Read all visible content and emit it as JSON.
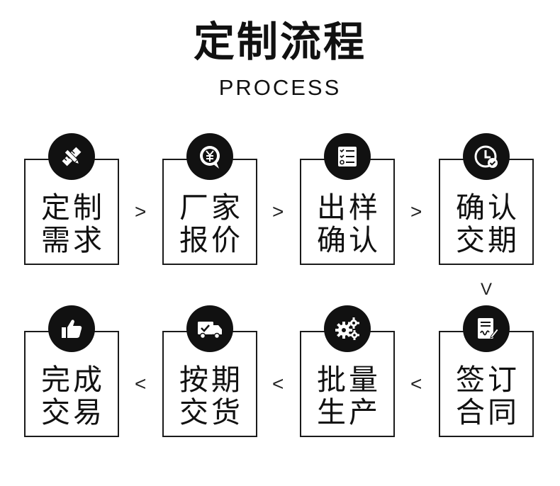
{
  "title": "定制流程",
  "subtitle": "PROCESS",
  "arrows": {
    "right": ">",
    "left": "<",
    "down": "V"
  },
  "steps": [
    {
      "line1": "定制",
      "line2": "需求",
      "icon": "pencil-ruler-icon"
    },
    {
      "line1": "厂家",
      "line2": "报价",
      "icon": "yen-chat-icon"
    },
    {
      "line1": "出样",
      "line2": "确认",
      "icon": "checklist-icon"
    },
    {
      "line1": "确认",
      "line2": "交期",
      "icon": "clock-check-icon"
    },
    {
      "line1": "签订",
      "line2": "合同",
      "icon": "contract-sign-icon"
    },
    {
      "line1": "批量",
      "line2": "生产",
      "icon": "gears-icon"
    },
    {
      "line1": "按期",
      "line2": "交货",
      "icon": "delivery-truck-icon"
    },
    {
      "line1": "完成",
      "line2": "交易",
      "icon": "thumbs-up-icon"
    }
  ]
}
